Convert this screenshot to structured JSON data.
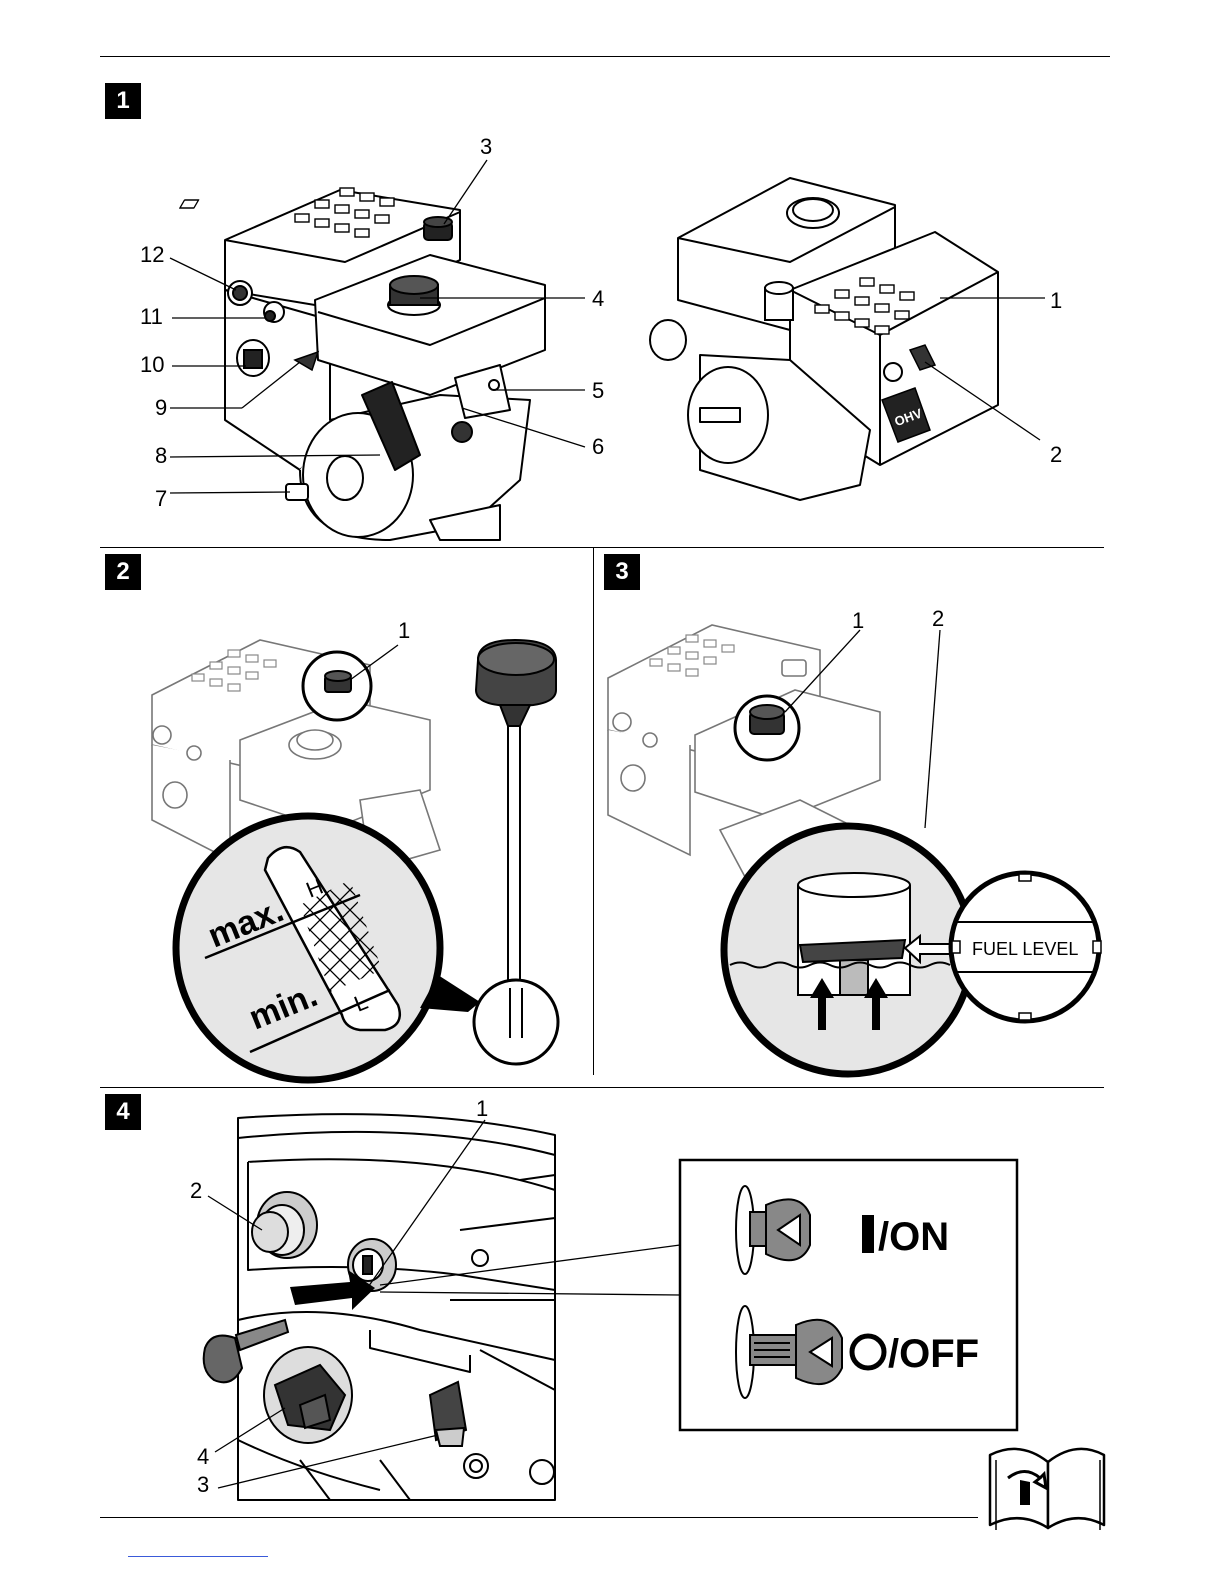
{
  "figures": [
    {
      "number": "1",
      "callouts": {
        "left": [
          "12",
          "11",
          "10",
          "9",
          "8",
          "7",
          "3",
          "4",
          "5",
          "6"
        ],
        "right": [
          "1",
          "2"
        ]
      },
      "engine_badge": "OHV"
    },
    {
      "number": "2",
      "callouts": [
        "1"
      ],
      "dipstick_labels": {
        "max": "max.",
        "min": "min.",
        "high": "H",
        "low": "L"
      }
    },
    {
      "number": "3",
      "callouts": [
        "1",
        "2"
      ],
      "gauge_label": "FUEL LEVEL"
    },
    {
      "number": "4",
      "callouts": [
        "1",
        "2",
        "4",
        "3"
      ],
      "switch_on_label": "/ON",
      "switch_off_label": "/OFF"
    }
  ],
  "icons": [
    "book-arrow-icon"
  ]
}
